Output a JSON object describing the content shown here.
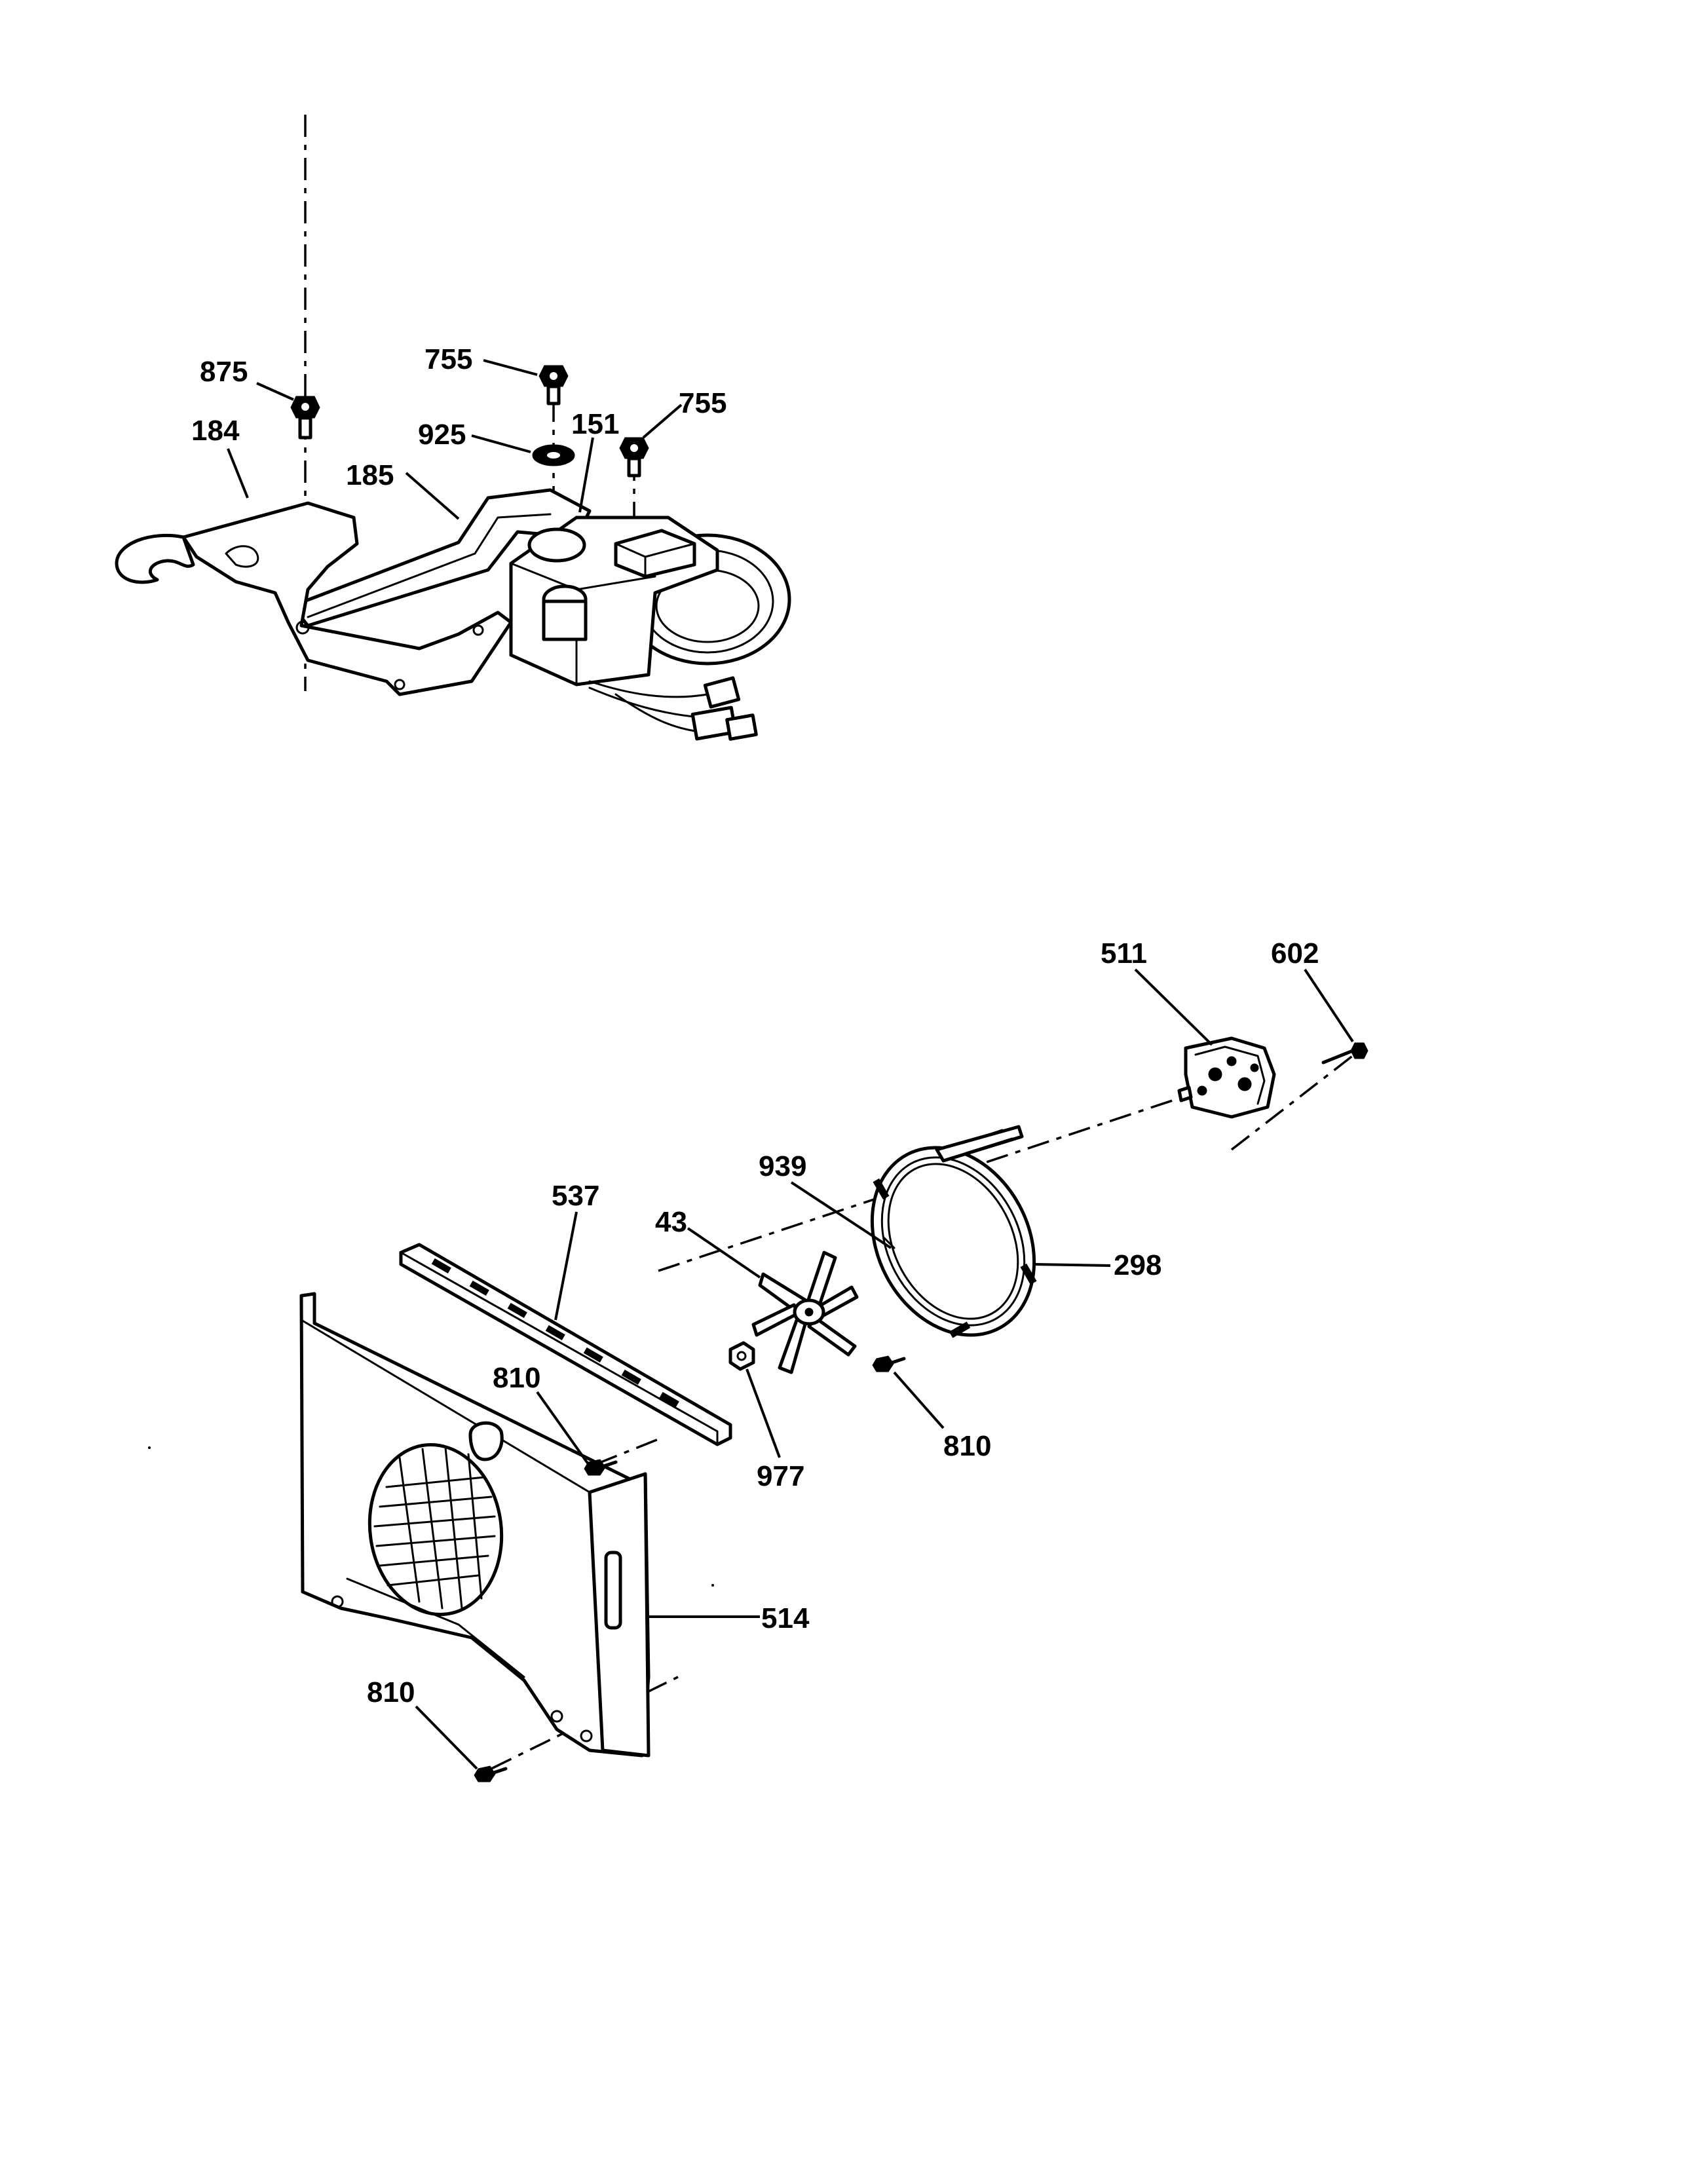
{
  "diagram": {
    "parts": [
      {
        "id": "p875",
        "number": "875"
      },
      {
        "id": "p184",
        "number": "184"
      },
      {
        "id": "p755a",
        "number": "755"
      },
      {
        "id": "p925",
        "number": "925"
      },
      {
        "id": "p151",
        "number": "151"
      },
      {
        "id": "p755b",
        "number": "755"
      },
      {
        "id": "p185",
        "number": "185"
      },
      {
        "id": "p511",
        "number": "511"
      },
      {
        "id": "p602",
        "number": "602"
      },
      {
        "id": "p537",
        "number": "537"
      },
      {
        "id": "p939",
        "number": "939"
      },
      {
        "id": "p43",
        "number": "43"
      },
      {
        "id": "p298",
        "number": "298"
      },
      {
        "id": "p810a",
        "number": "810"
      },
      {
        "id": "p977",
        "number": "977"
      },
      {
        "id": "p810b",
        "number": "810"
      },
      {
        "id": "p514",
        "number": "514"
      },
      {
        "id": "p810c",
        "number": "810"
      }
    ]
  }
}
